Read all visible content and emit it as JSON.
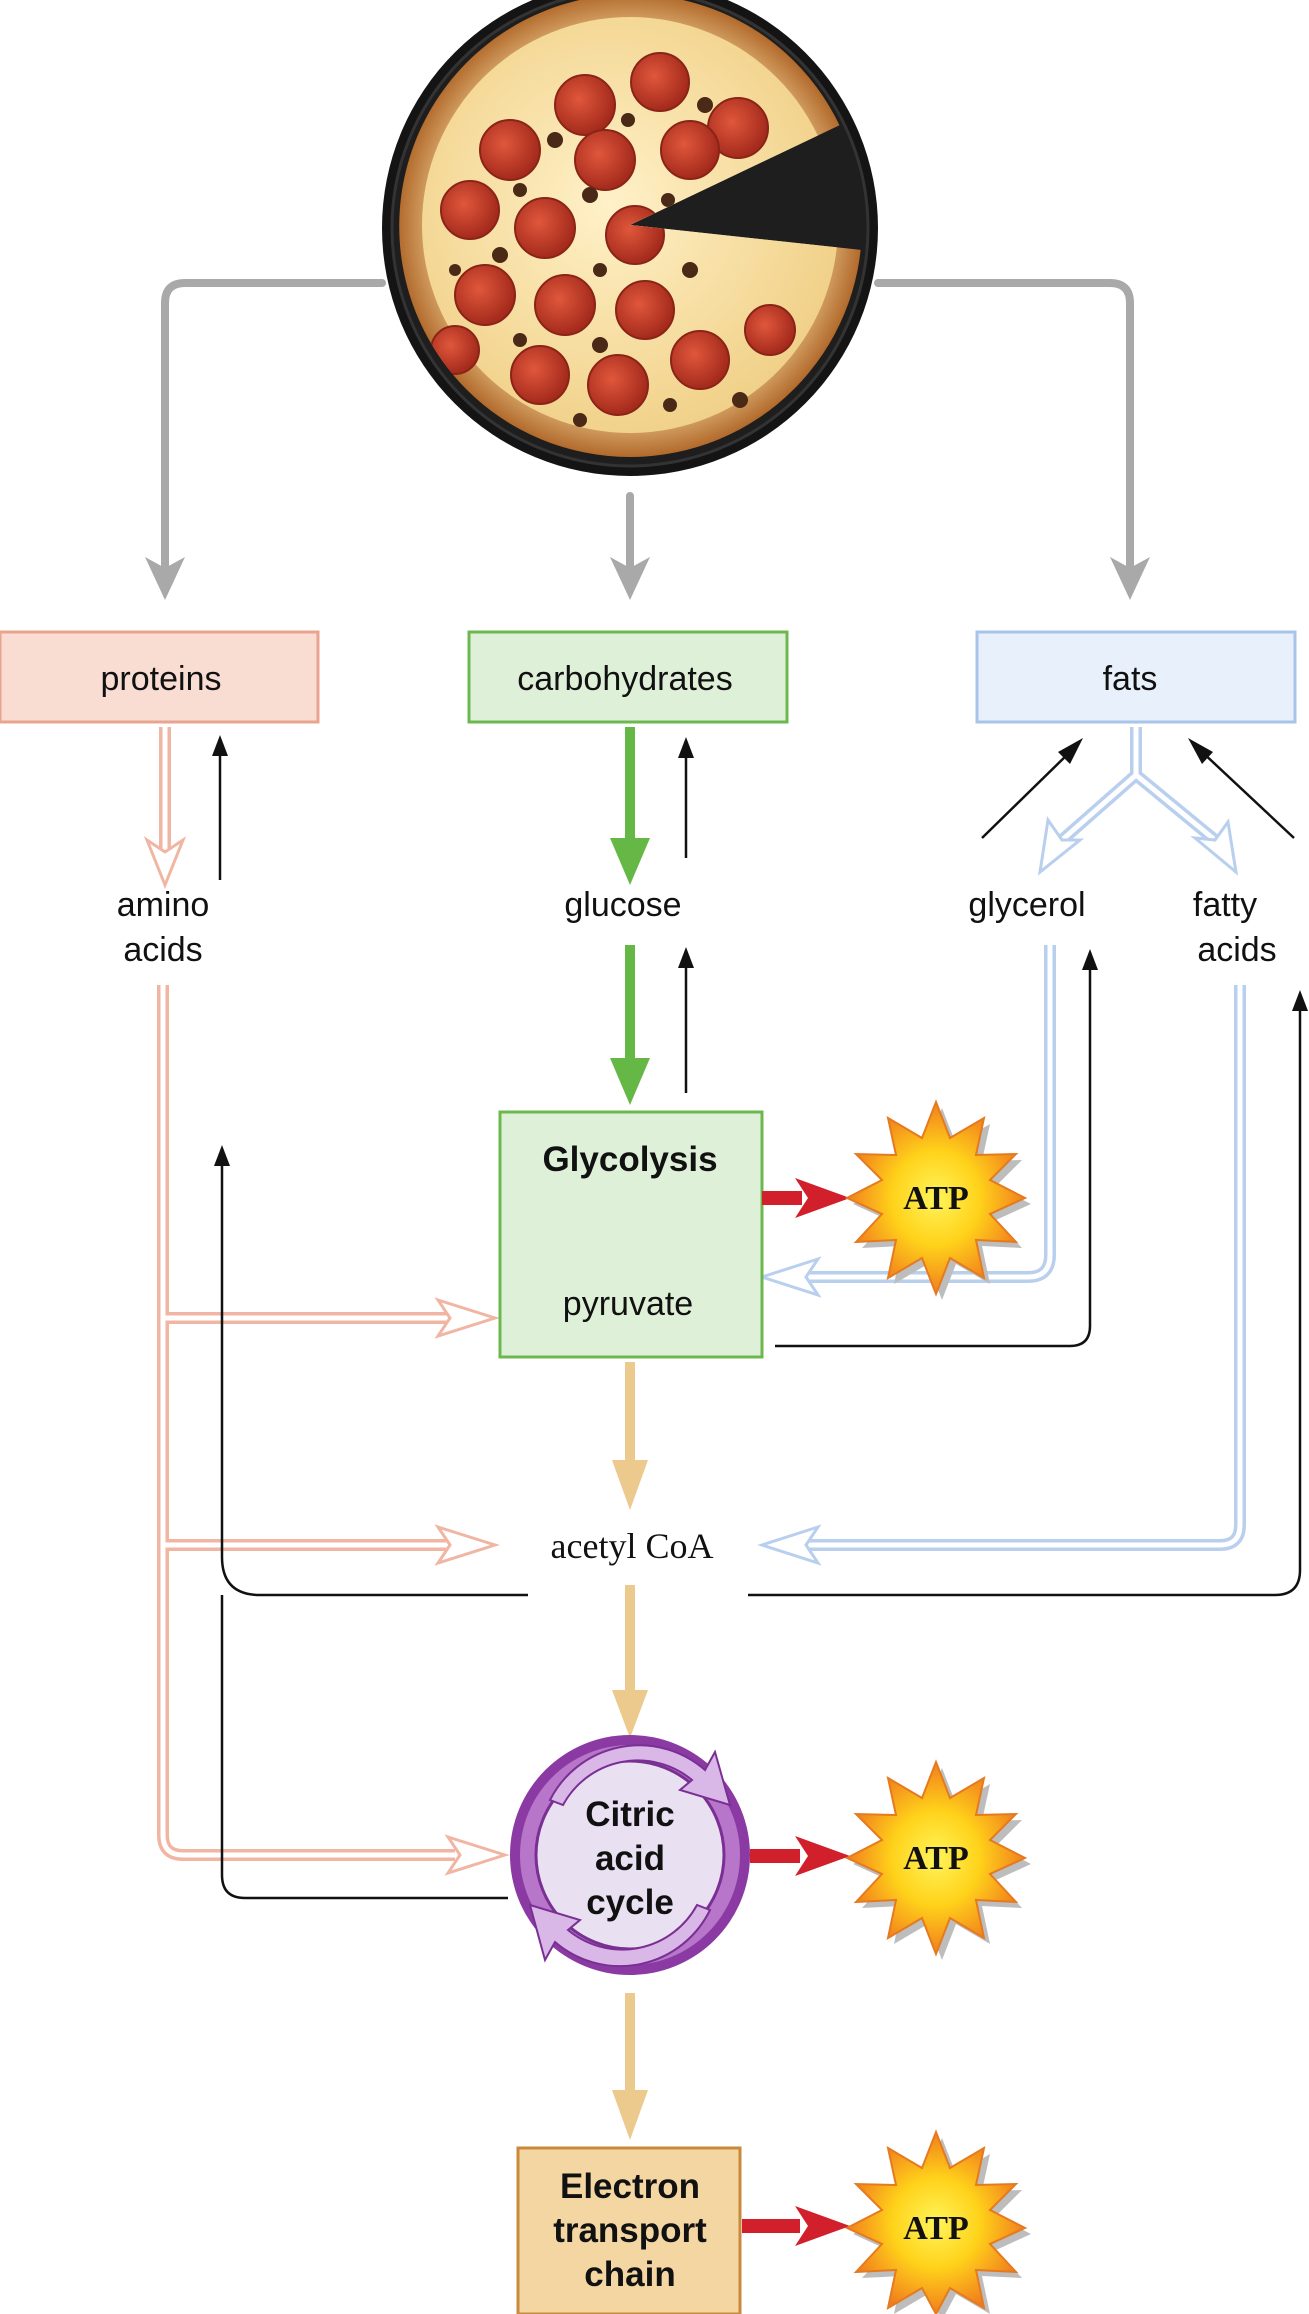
{
  "nutrients": {
    "proteins": "proteins",
    "carbohydrates": "carbohydrates",
    "fats": "fats"
  },
  "intermediates": {
    "amino_acids_line1": "amino",
    "amino_acids_line2": "acids",
    "glucose": "glucose",
    "glycerol": "glycerol",
    "fatty_acids_line1": "fatty",
    "fatty_acids_line2": "acids",
    "pyruvate": "pyruvate",
    "acetyl_coa": "acetyl CoA"
  },
  "processes": {
    "glycolysis": "Glycolysis",
    "citric_line1": "Citric",
    "citric_line2": "acid",
    "citric_line3": "cycle",
    "etc_line1": "Electron",
    "etc_line2": "transport",
    "etc_line3": "chain"
  },
  "energy": {
    "atp_1": "ATP",
    "atp_2": "ATP",
    "atp_3": "ATP"
  },
  "colors": {
    "protein_box_fill": "#f9ddd3",
    "protein_box_stroke": "#e9a48f",
    "protein_arrow": "#f1b5a3",
    "carb_box_fill": "#dff0d8",
    "carb_box_stroke": "#6cb84f",
    "carb_arrow": "#66b846",
    "fat_box_fill": "#e8f0fb",
    "fat_box_stroke": "#a9c4ea",
    "fat_arrow": "#b9cfee",
    "orange_arrow": "#ecc98c",
    "red_arrow": "#d11f2b",
    "gray_arrow": "#a9a9a9",
    "cycle_ring": "#8b3aa3",
    "cycle_fill": "#e9e0f2",
    "etc_fill": "#f4d6a3",
    "etc_stroke": "#c98a3c",
    "atp_inner": "#ffe21a",
    "atp_outer": "#ef7d1f"
  },
  "icons": {
    "food": "pizza-icon",
    "atp": "starburst-icon"
  }
}
